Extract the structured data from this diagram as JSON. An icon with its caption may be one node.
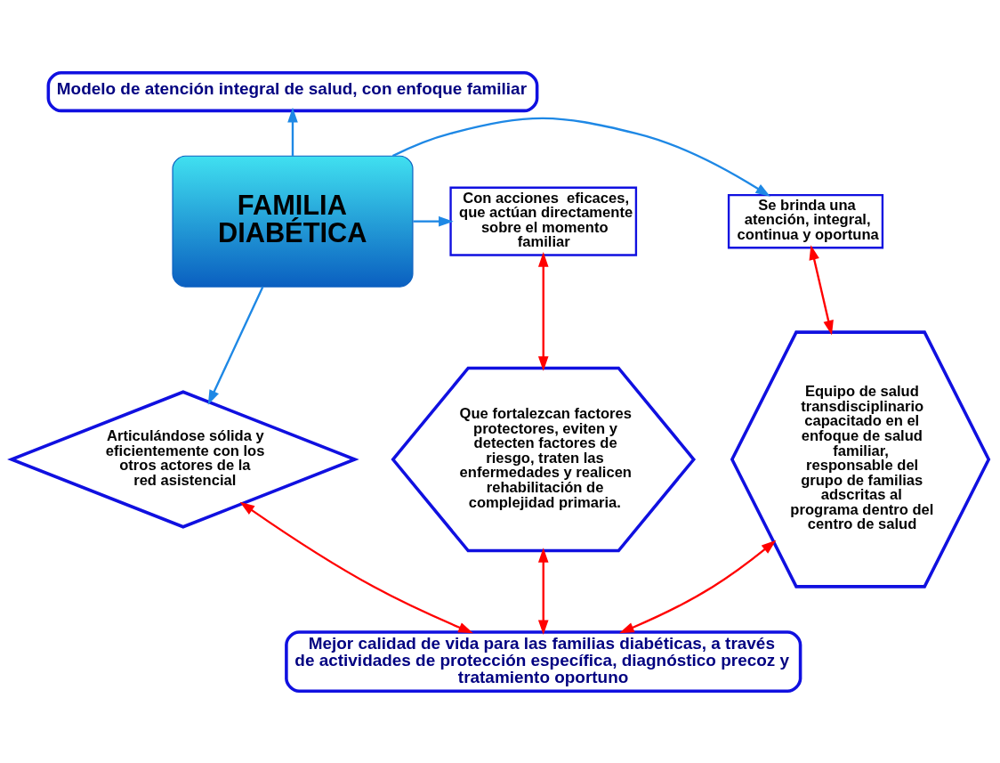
{
  "diagram": {
    "nodes": [
      {
        "text": [
          "Modelo de atención integral de salud, con enfoque familiar"
        ]
      },
      {
        "text": [
          "FAMILIA DIABÉTICA"
        ]
      },
      {
        "text": [
          "Se brinda una atención, integral, continua y oportuna"
        ]
      },
      {
        "text": [
          "Con acciones  eficaces, que actúan directamente sobre el momento familiar"
        ]
      },
      {
        "text": [
          "Equipo de salud transdisciplinario capacitado en el enfoque de salud familiar, responsable del grupo de familias adscritas al programa dentro del centro de salud"
        ]
      },
      {
        "text": [
          "Articulándose sólida y eficientemente con los otros actores de la red asistencial"
        ]
      },
      {
        "text": [
          "Que fortalezcan factores protectores, eviten y detecten factores de riesgo, traten las enfermedades y realicen rehabilitación de complejidad primaria."
        ]
      },
      {
        "text": [
          "Mejor calidad de vida para las familias diabéticas, a través de actividades de protección específica, diagnóstico precoz y tratamiento oportuno"
        ]
      }
    ],
    "edges": [
      {
        "from": 1,
        "to": 0,
        "arrow": "to",
        "color": "#1e88e5"
      },
      {
        "from": 1,
        "to": 2,
        "arrow": "to",
        "color": "#1e88e5"
      },
      {
        "from": 1,
        "to": 3,
        "arrow": "to",
        "color": "#1e88e5"
      },
      {
        "from": 1,
        "to": 5,
        "arrow": "to",
        "color": "#1e88e5"
      },
      {
        "from": 2,
        "to": 4,
        "arrow": "both"
      },
      {
        "from": 3,
        "to": 6,
        "arrow": "both"
      },
      {
        "from": 4,
        "to": 7,
        "arrow": "both"
      },
      {
        "from": 5,
        "to": 7,
        "arrow": "both"
      },
      {
        "from": 6,
        "to": 7,
        "arrow": "both"
      }
    ]
  }
}
